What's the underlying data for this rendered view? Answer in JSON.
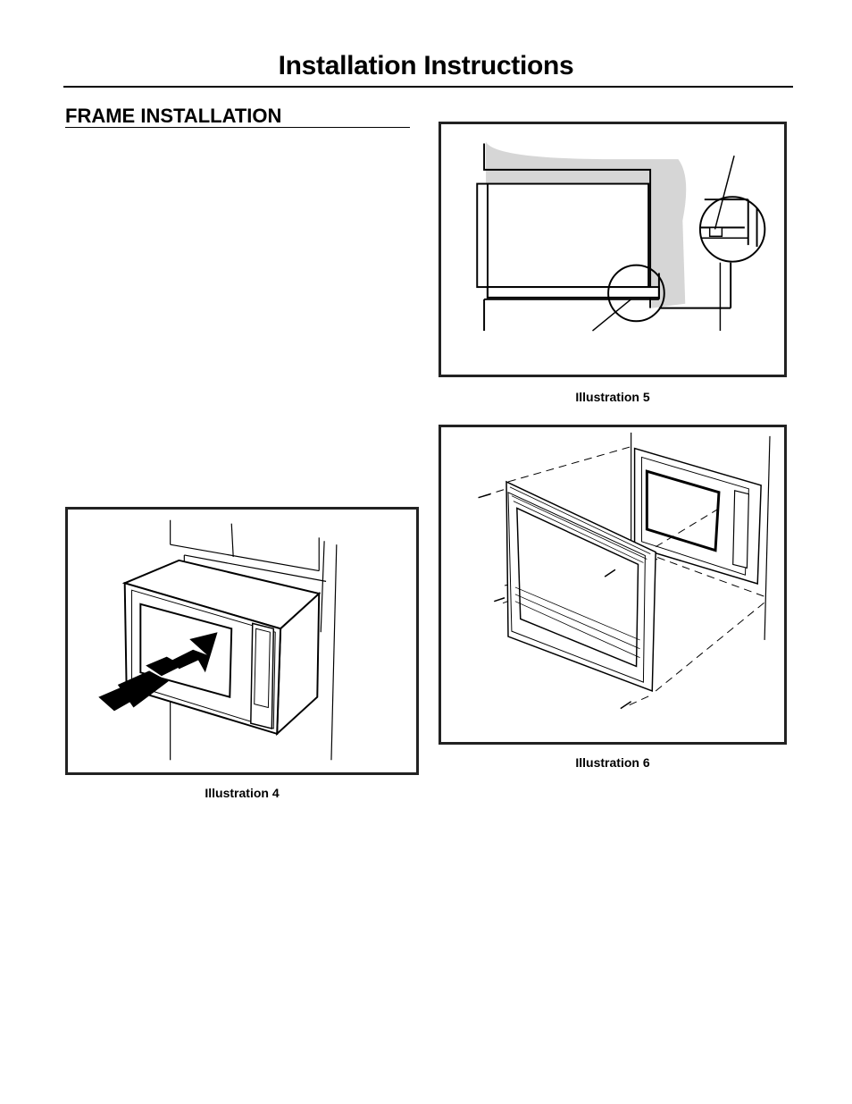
{
  "page": {
    "title": "Installation Instructions",
    "section_heading": "FRAME INSTALLATION"
  },
  "figures": {
    "illustration_4": {
      "caption": "Illustration 4"
    },
    "illustration_5": {
      "caption": "Illustration 5"
    },
    "illustration_6": {
      "caption": "Illustration 6"
    }
  }
}
